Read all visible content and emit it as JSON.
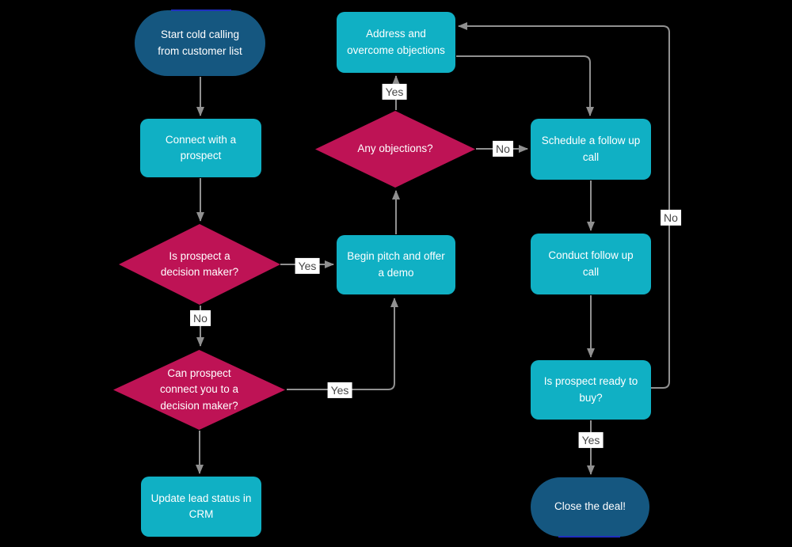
{
  "colors": {
    "background": "#000000",
    "terminal_fill": "#155780",
    "terminal_stroke": "#1F2FBF",
    "process_fill": "#10B0C4",
    "decision_fill": "#BE1355",
    "connector": "#909090",
    "node_text": "#FFFFFF",
    "edge_label_text": "#474747",
    "edge_label_bg": "#FFFFFF"
  },
  "flowchart": {
    "nodes": {
      "start": {
        "type": "terminal",
        "label": "Start cold calling from customer list"
      },
      "connect": {
        "type": "process",
        "label": "Connect with a prospect"
      },
      "decision_maker": {
        "type": "decision",
        "label": "Is prospect a decision maker?"
      },
      "can_connect": {
        "type": "decision",
        "label": "Can prospect connect you to a decision maker?"
      },
      "update_crm": {
        "type": "process",
        "label": "Update lead status in CRM"
      },
      "begin_pitch": {
        "type": "process",
        "label": "Begin pitch and offer a demo"
      },
      "any_objections": {
        "type": "decision",
        "label": "Any objections?"
      },
      "address_objections": {
        "type": "process",
        "label": "Address and overcome objections"
      },
      "schedule_call": {
        "type": "process",
        "label": "Schedule a follow up call"
      },
      "conduct_call": {
        "type": "process",
        "label": "Conduct follow up call"
      },
      "ready_to_buy": {
        "type": "process",
        "label": "Is prospect ready to buy?"
      },
      "close_deal": {
        "type": "terminal",
        "label": "Close the deal!"
      }
    },
    "edge_labels": {
      "decision_maker_yes": "Yes",
      "decision_maker_no": "No",
      "can_connect_yes": "Yes",
      "any_objections_yes": "Yes",
      "any_objections_no": "No",
      "ready_no": "No",
      "ready_yes": "Yes"
    }
  }
}
